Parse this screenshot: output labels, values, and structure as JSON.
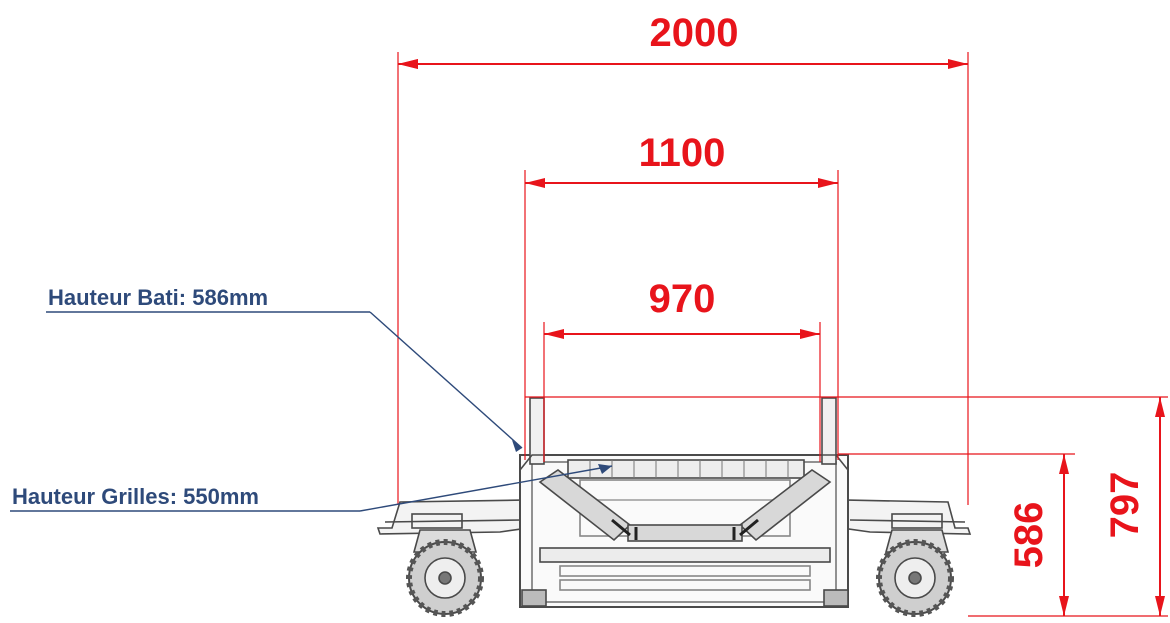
{
  "colors": {
    "dimension": "#e8141b",
    "callout": "#2e4a7a",
    "machine": "#4a4a4a",
    "machine_light": "#9a9a9a"
  },
  "dimensions": {
    "overall_width": "2000",
    "frame_width": "1100",
    "belt_width": "970",
    "frame_height": "586",
    "total_height": "797"
  },
  "callouts": {
    "frame_height_label": "Hauteur Bati: 586mm",
    "grille_height_label": "Hauteur Grilles: 550mm"
  }
}
